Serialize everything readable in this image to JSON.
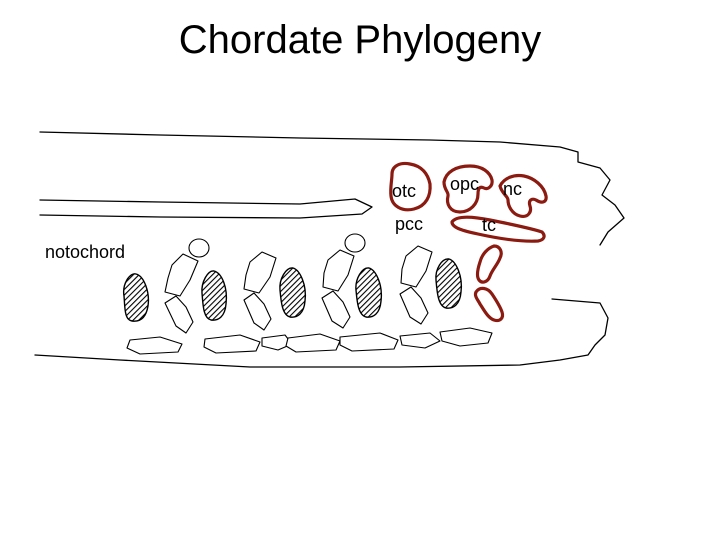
{
  "title": "Chordate Phylogeny",
  "labels": {
    "otc": "otc",
    "opc": "opc",
    "nc": "nc",
    "pcc": "pcc",
    "tc": "tc",
    "notochord": "notochord"
  },
  "colors": {
    "highlight_outline": "#8b1a10",
    "line": "#000000",
    "background": "#ffffff"
  }
}
